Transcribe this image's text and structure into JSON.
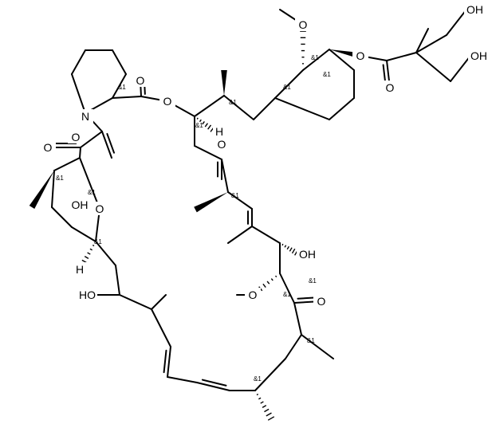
{
  "molecule": {
    "atom_labels": {
      "O": "O",
      "OH": "OH",
      "HO": "HO",
      "N": "N",
      "H": "H"
    },
    "stereo_label": "&1"
  }
}
